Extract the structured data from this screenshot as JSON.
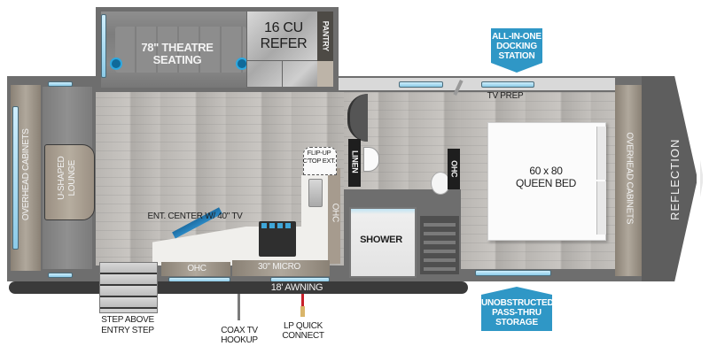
{
  "floorplan": {
    "brand": "REFLECTION",
    "rooms": {
      "theatre_seating": "78\" THEATRE SEATING",
      "refer": [
        "16 CU",
        "REFER"
      ],
      "pantry": "PANTRY",
      "u_shaped_lounge": [
        "U-SHAPED",
        "LOUNGE"
      ],
      "rear_overhead_cabinets": "OVERHEAD CABINETS",
      "ent_center": "ENT. CENTER W/ 40\" TV",
      "flip_up_countertop": [
        "FLIP-UP",
        "C'TOP EXT."
      ],
      "kitchen_ohc": "OHC",
      "lower_ohc": "OHC",
      "microwave": "30\" MICRO",
      "linen": "LINEN",
      "bath_ohc": "OHC",
      "shower": "SHOWER",
      "tv_prep": "TV PREP",
      "queen_bed": [
        "60 x 80",
        "QUEEN BED"
      ],
      "front_overhead_cabinets": "OVERHEAD CABINETS"
    },
    "exterior": {
      "awning": "18' AWNING",
      "entry_step": [
        "STEP ABOVE",
        "ENTRY STEP"
      ],
      "coax": [
        "COAX TV",
        "HOOKUP"
      ],
      "lp": [
        "LP QUICK",
        "CONNECT"
      ]
    },
    "callouts": {
      "docking_station": [
        "ALL-IN-ONE",
        "DOCKING",
        "STATION"
      ],
      "pass_thru": [
        "UNOBSTRUCTED",
        "PASS-THRU",
        "STORAGE"
      ]
    },
    "colors": {
      "callout_blue": "#2f97c6",
      "wall_gray": "#6b6b6b",
      "awning_dark": "#3a3a3a",
      "cap_gray": "#5e5e5e",
      "lp_red": "#c8202a"
    }
  }
}
